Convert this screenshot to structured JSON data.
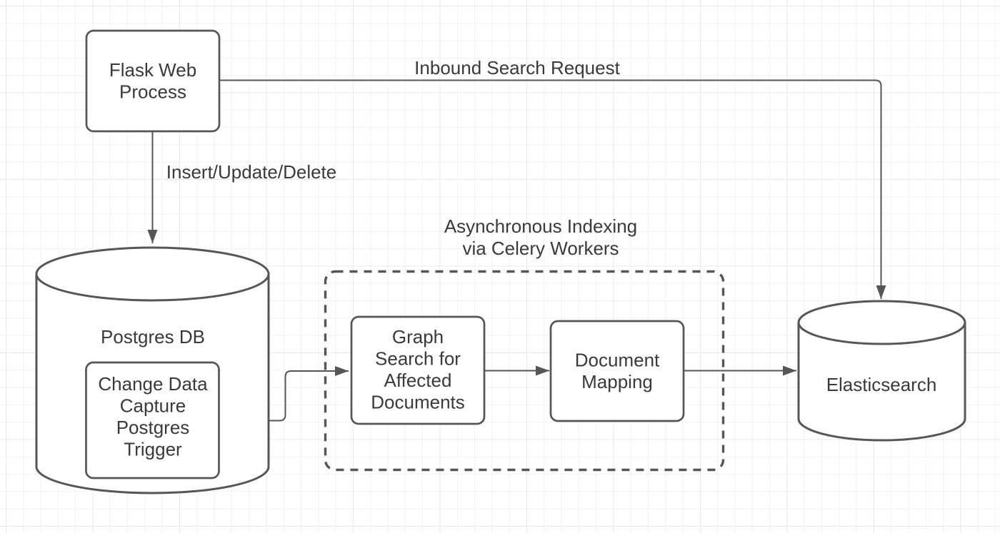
{
  "diagram": {
    "nodes": {
      "flask_web_process": {
        "lines": [
          "Flask Web",
          "Process"
        ]
      },
      "postgres_db": {
        "label": "Postgres DB"
      },
      "change_data_capture": {
        "lines": [
          "Change Data",
          "Capture",
          "Postgres",
          "Trigger"
        ]
      },
      "graph_search": {
        "lines": [
          "Graph",
          "Search for",
          "Affected",
          "Documents"
        ]
      },
      "document_mapping": {
        "lines": [
          "Document",
          "Mapping"
        ]
      },
      "elasticsearch": {
        "label": "Elasticsearch"
      }
    },
    "groups": {
      "celery_workers": {
        "title_lines": [
          "Asynchronous Indexing",
          "via Celery Workers"
        ]
      }
    },
    "edges": {
      "inbound_search_request": {
        "label": "Inbound Search Request"
      },
      "insert_update_delete": {
        "label": "Insert/Update/Delete"
      }
    },
    "colors": {
      "stroke": "#565656",
      "text": "#3a3a3a",
      "node_fill": "#ffffff",
      "background": "#ffffff",
      "grid_minor": "#f2f2f2",
      "grid_major": "#e9e9e9"
    }
  }
}
